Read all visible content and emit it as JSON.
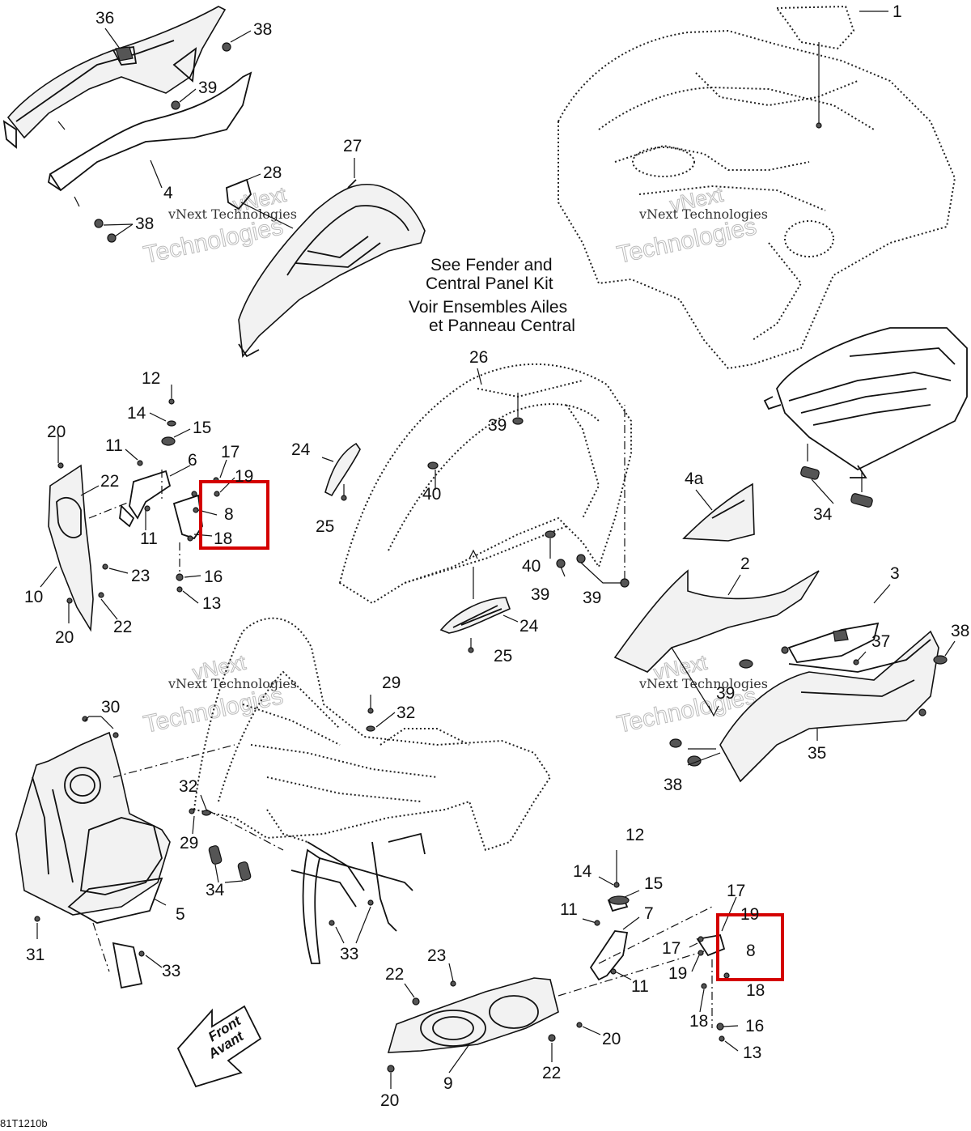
{
  "callouts": {
    "c1": "1",
    "c2": "2",
    "c3": "3",
    "c4": "4",
    "c4a": "4a",
    "c5": "5",
    "c6": "6",
    "c7": "7",
    "c8": "8",
    "c9": "9",
    "c10": "10",
    "c11": "11",
    "c12": "12",
    "c13": "13",
    "c14": "14",
    "c15": "15",
    "c16": "16",
    "c17": "17",
    "c18": "18",
    "c19": "19",
    "c20": "20",
    "c22": "22",
    "c23": "23",
    "c24": "24",
    "c25": "25",
    "c26": "26",
    "c27": "27",
    "c28": "28",
    "c29": "29",
    "c30": "30",
    "c31": "31",
    "c32": "32",
    "c33": "33",
    "c34": "34",
    "c35": "35",
    "c36": "36",
    "c37": "37",
    "c38": "38",
    "c39": "39",
    "c40": "40"
  },
  "note": {
    "line1": "See Fender and",
    "line2": "Central Panel Kit",
    "line3": "Voir Ensembles Ailes",
    "line4": "et Panneau Central"
  },
  "front_arrow": {
    "line1": "Front",
    "line2": "Avant"
  },
  "watermark": {
    "small": "vNext Technologies",
    "large": "Technologies",
    "brand": "vNext"
  },
  "drawing_code": "81T1210b",
  "highlight_color": "#d40000"
}
